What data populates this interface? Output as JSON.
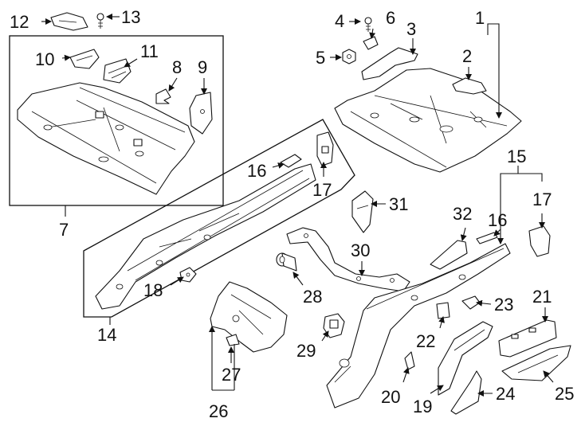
{
  "callouts": {
    "n1": "1",
    "n2": "2",
    "n3": "3",
    "n4": "4",
    "n5": "5",
    "n6": "6",
    "n7": "7",
    "n8": "8",
    "n9": "9",
    "n10": "10",
    "n11": "11",
    "n12": "12",
    "n13": "13",
    "n14": "14",
    "n15": "15",
    "n16a": "16",
    "n16b": "16",
    "n17a": "17",
    "n17b": "17",
    "n18": "18",
    "n19": "19",
    "n20": "20",
    "n21": "21",
    "n22": "22",
    "n23": "23",
    "n24": "24",
    "n25": "25",
    "n26": "26",
    "n27": "27",
    "n28": "28",
    "n29": "29",
    "n30": "30",
    "n31": "31",
    "n32": "32"
  },
  "colors": {
    "ink": "#111111",
    "background": "#ffffff"
  }
}
